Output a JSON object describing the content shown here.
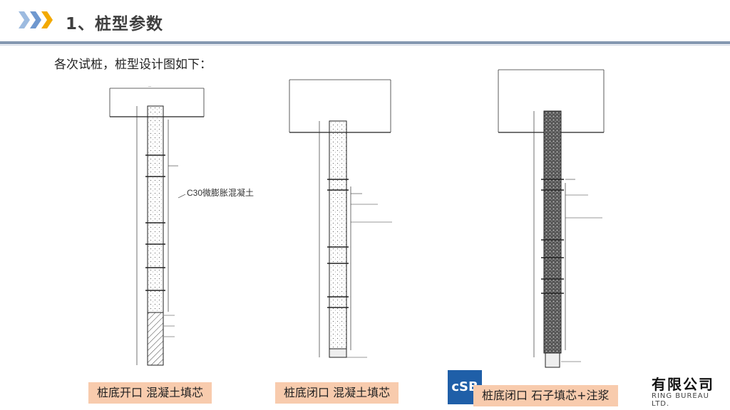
{
  "header": {
    "title": "1、桩型参数",
    "chevron_colors": [
      "#9dbbe0",
      "#6f98cf",
      "#f2a900"
    ]
  },
  "intro": "各次试桩，桩型设计图如下：",
  "drawings": [
    {
      "callout": "C30微膨胀混凝土"
    },
    {},
    {}
  ],
  "captions": [
    "桩底开口 混凝土填芯",
    "桩底闭口 混凝土填芯",
    "桩底闭口 石子填芯+注浆"
  ],
  "company": {
    "logo": "cSB",
    "name_cn_partial": "有限公司",
    "name_en_partial": "RING BUREAU LTD."
  },
  "colors": {
    "accent_rule": "#8497b0",
    "caption_bg": "#f8cbad",
    "logo_bg": "#1f5fa8"
  }
}
